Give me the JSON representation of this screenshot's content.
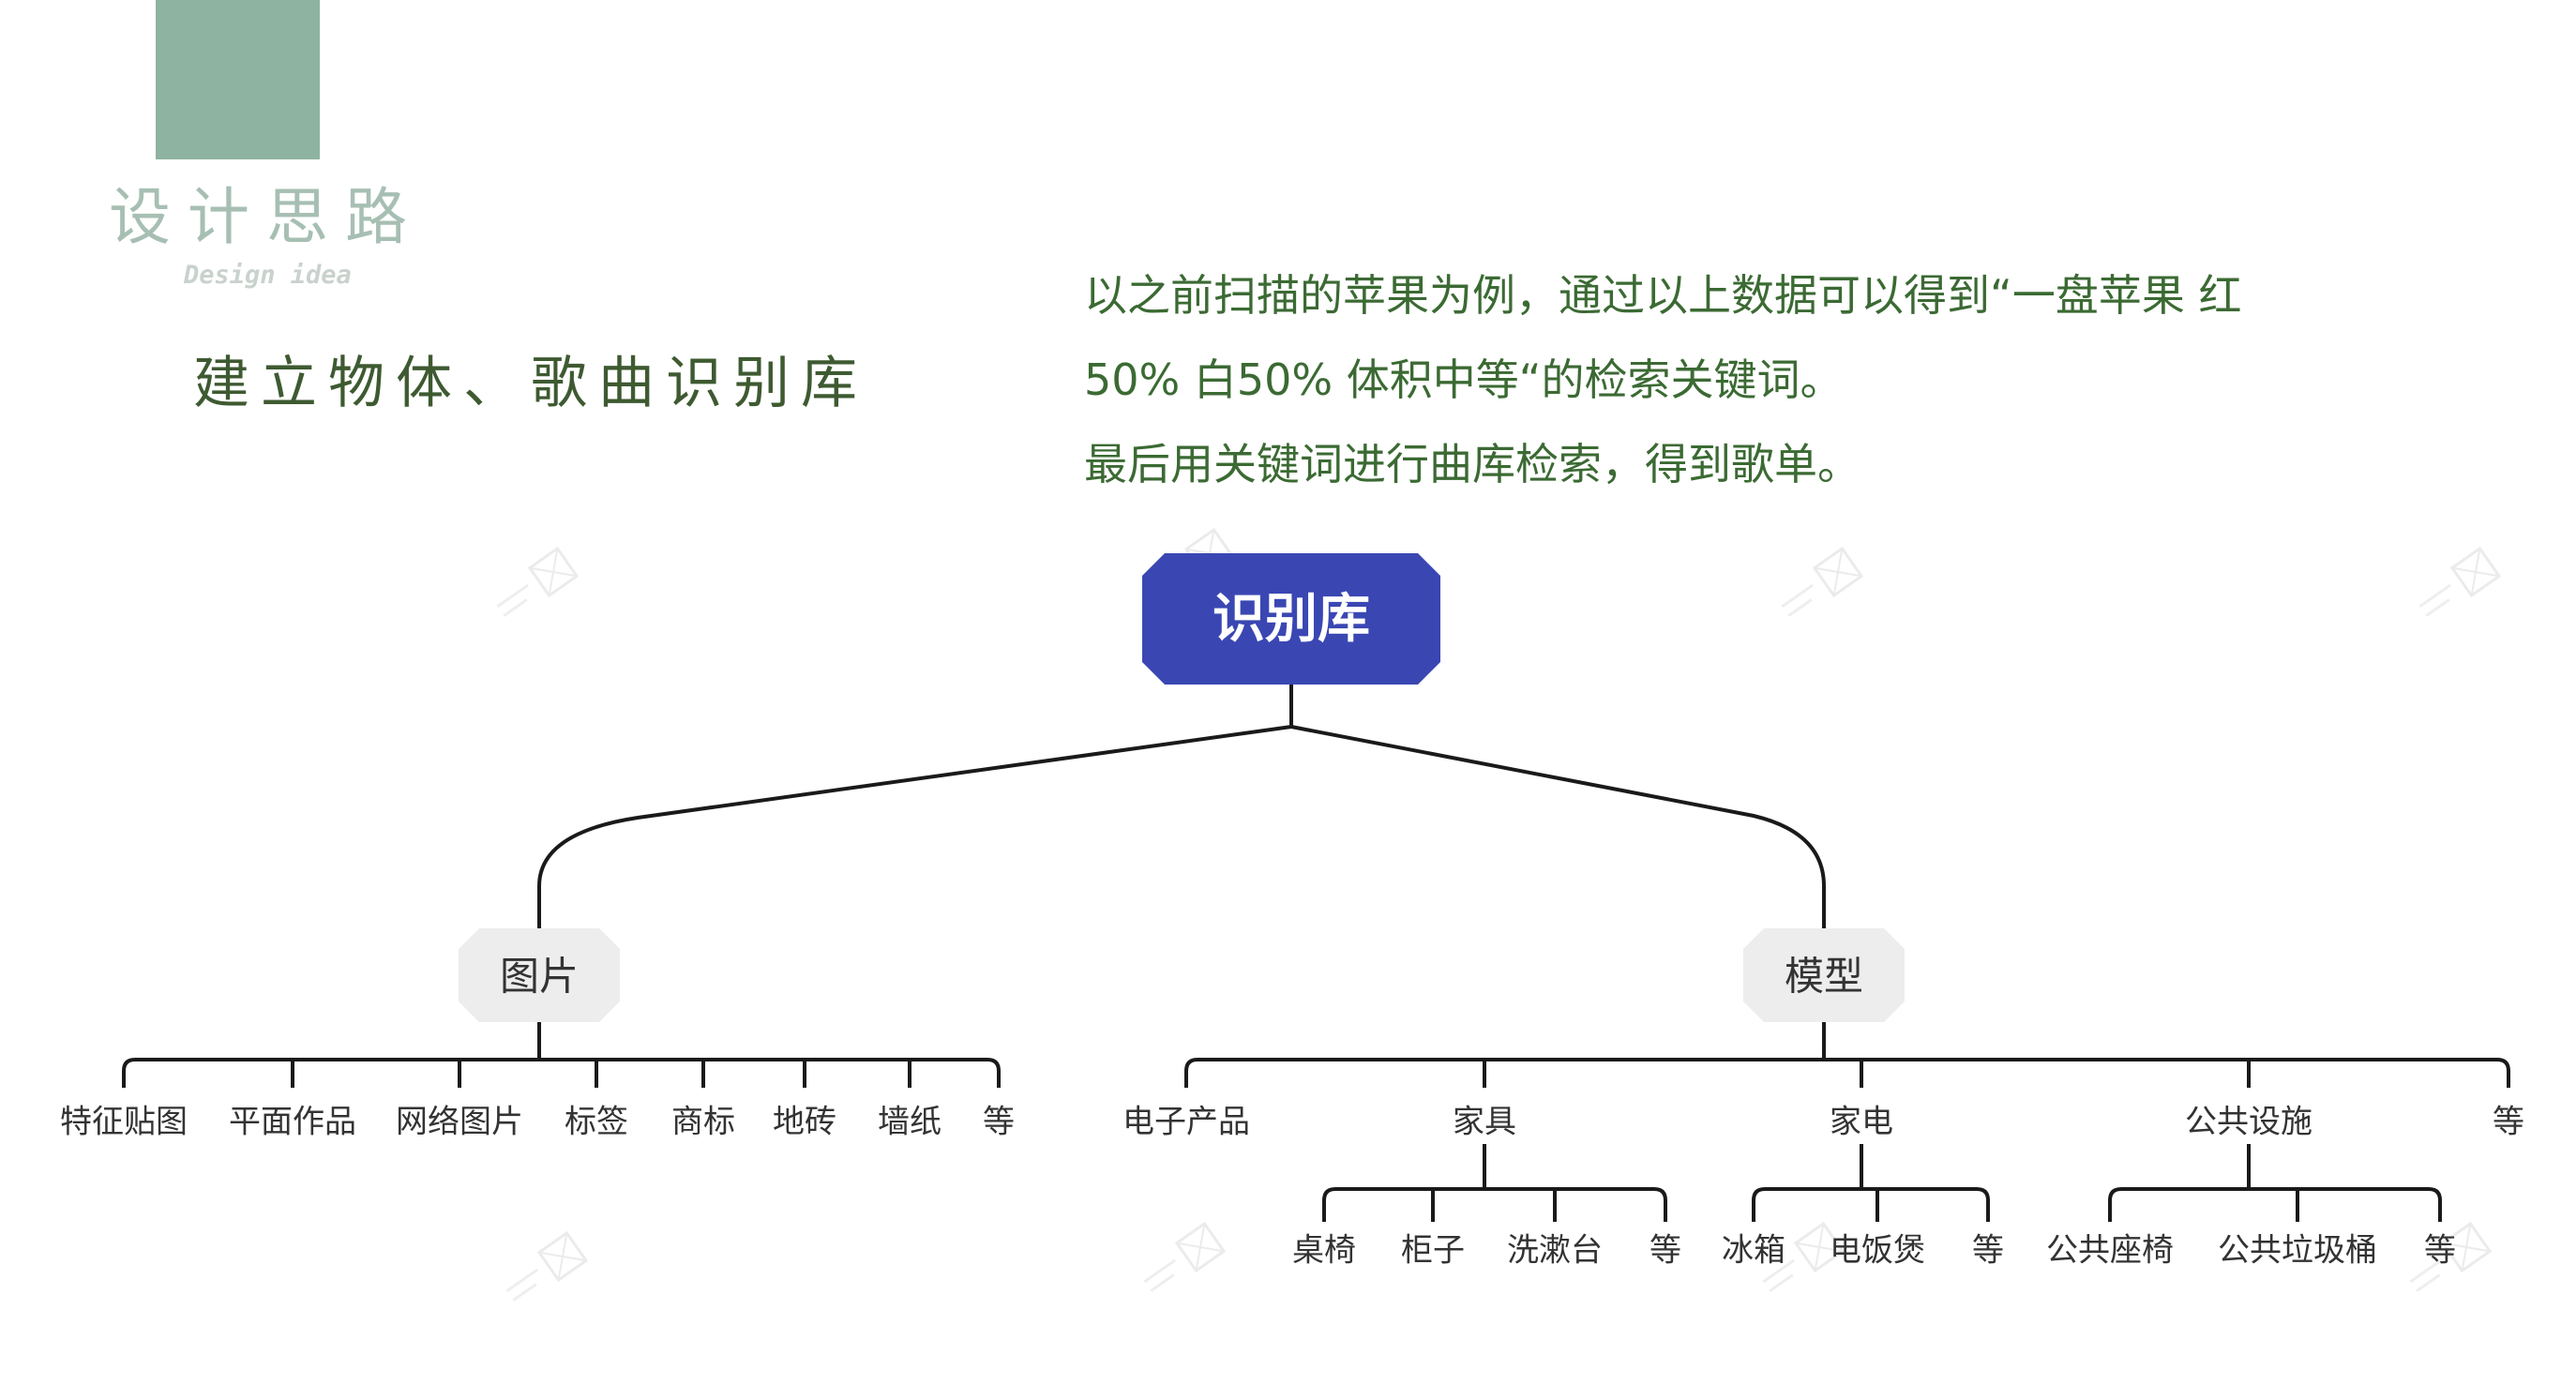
{
  "colors": {
    "accent": "#8fb3a1",
    "title_text": "#a7bfb3",
    "heading_text": "#3e5a31",
    "body_text": "#3b6a33",
    "root_fill": "#3a47b3",
    "node_fill": "#ededed",
    "line": "#1a1a1a"
  },
  "header": {
    "title": "设计思路",
    "subtitle": "Design idea",
    "heading": "建立物体、歌曲识别库"
  },
  "description": [
    "以之前扫描的苹果为例，通过以上数据可以得到“一盘苹果 红",
    "50% 白50% 体积中等“的检索关键词。",
    "最后用关键词进行曲库检索，得到歌单。"
  ],
  "tree": {
    "root": "识别库",
    "branches": [
      {
        "label": "图片",
        "children": [
          {
            "label": "特征贴图"
          },
          {
            "label": "平面作品"
          },
          {
            "label": "网络图片"
          },
          {
            "label": "标签"
          },
          {
            "label": "商标"
          },
          {
            "label": "地砖"
          },
          {
            "label": "墙纸"
          },
          {
            "label": "等"
          }
        ]
      },
      {
        "label": "模型",
        "children": [
          {
            "label": "电子产品"
          },
          {
            "label": "家具",
            "children": [
              "桌椅",
              "柜子",
              "洗漱台",
              "等"
            ]
          },
          {
            "label": "家电",
            "children": [
              "冰箱",
              "电饭煲",
              "等"
            ]
          },
          {
            "label": "公共设施",
            "children": [
              "公共座椅",
              "公共垃圾桶",
              "等"
            ]
          },
          {
            "label": "等"
          }
        ]
      }
    ]
  },
  "watermark_icon": "xmind-watermark-icon"
}
